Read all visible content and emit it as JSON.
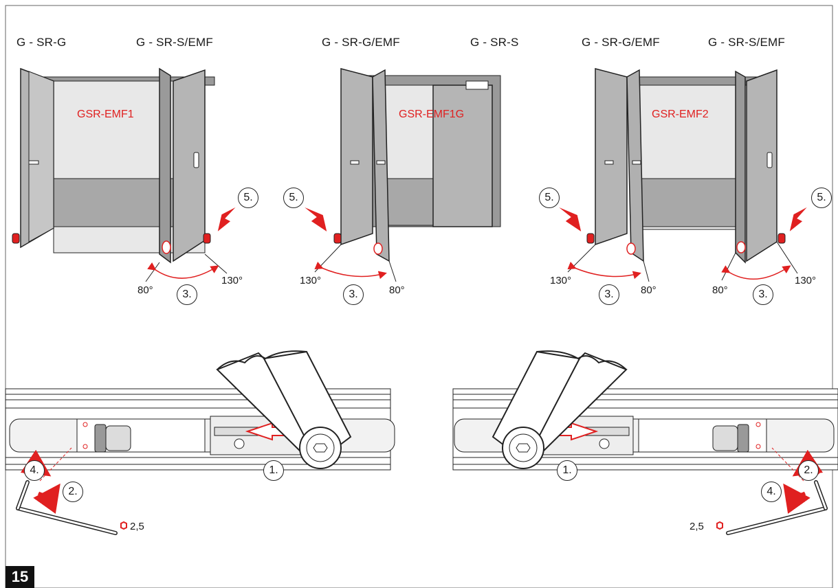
{
  "figure_number": "15",
  "headers": {
    "h1": "G - SR-G",
    "h2": "G - SR-S/EMF",
    "h3": "G - SR-G/EMF",
    "h4": "G - SR-S",
    "h5": "G - SR-G/EMF",
    "h6": "G - SR-S/EMF"
  },
  "models": {
    "m1": "GSR-EMF1",
    "m2": "GSR-EMF1G",
    "m3": "GSR-EMF2"
  },
  "angles": {
    "a1_small": "80°",
    "a1_large": "130°",
    "a2_large": "130°",
    "a2_small": "80°",
    "a3_large": "130°",
    "a3_small": "80°",
    "a4_small": "80°",
    "a4_large": "130°"
  },
  "steps": {
    "s1": "1.",
    "s2": "2.",
    "s3": "3.",
    "s4": "4.",
    "s5": "5."
  },
  "hex_key_size": "2,5",
  "colors": {
    "accent": "#e02020",
    "door": "#b8b8b8",
    "outline": "#222222"
  }
}
